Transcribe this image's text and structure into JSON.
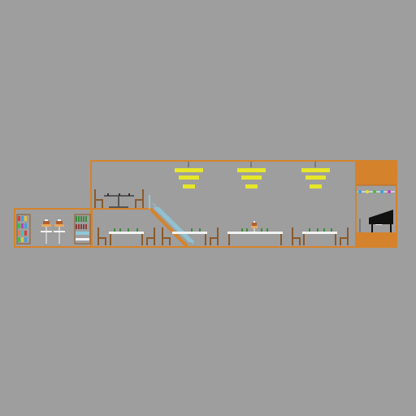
{
  "scene": {
    "type": "restaurant-cross-section",
    "colors": {
      "background": "#9e9e9e",
      "wall": "#d4832c",
      "wood": "#8a5a2b",
      "chandelier": "#e6e62a",
      "cloth": "#f2f2f2",
      "glass": "#8fc7d8",
      "bottle": "#3d8b3d",
      "piano": "#111111",
      "cake": "#e8a860"
    },
    "rooms": [
      {
        "name": "pantry-room"
      },
      {
        "name": "mezzanine"
      },
      {
        "name": "main-dining-hall"
      },
      {
        "name": "stage-area"
      }
    ],
    "objects": {
      "chandelier_count": 3,
      "dining_table_count": 4,
      "string_light_colors": [
        "#3aa0e0",
        "#e0e040",
        "#40c040",
        "#3aa0e0",
        "#c040c0"
      ]
    }
  }
}
